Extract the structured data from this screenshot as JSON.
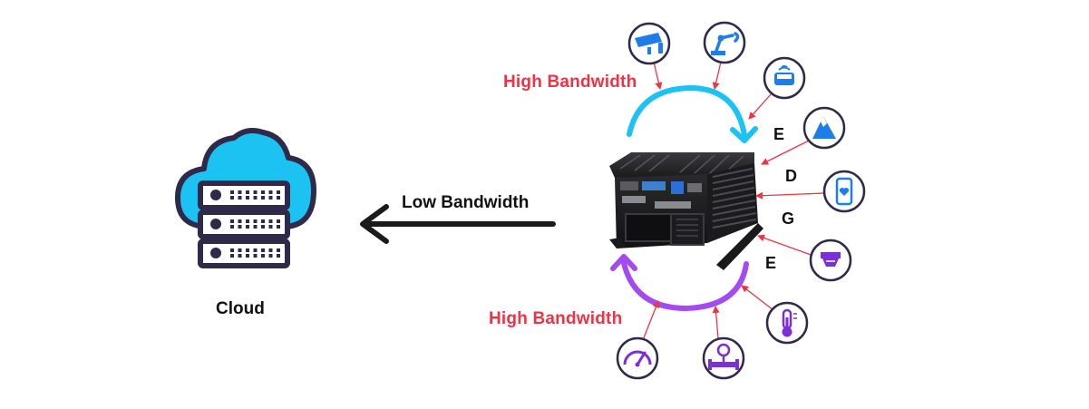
{
  "cloud_label": "Cloud",
  "low_bandwidth_label": "Low Bandwidth",
  "high_bandwidth_top_label": "High Bandwidth",
  "high_bandwidth_bottom_label": "High Bandwidth",
  "edge_letters": [
    "E",
    "D",
    "G",
    "E"
  ],
  "colors": {
    "red": "#ee3344",
    "cyan": "#1cc2f2",
    "purple": "#a24bf0",
    "navy": "#2f2a4a",
    "blue_icon": "#1f7de8",
    "purple_icon": "#7b2fd6"
  },
  "sensor_icons_top": [
    "cctv-camera-icon",
    "robot-arm-icon",
    "vehicle-icon",
    "mountain-icon",
    "smartphone-health-icon",
    "smoke-detector-icon"
  ],
  "sensor_icons_bottom": [
    "thermometer-icon",
    "pipe-meter-icon",
    "speedometer-icon"
  ]
}
